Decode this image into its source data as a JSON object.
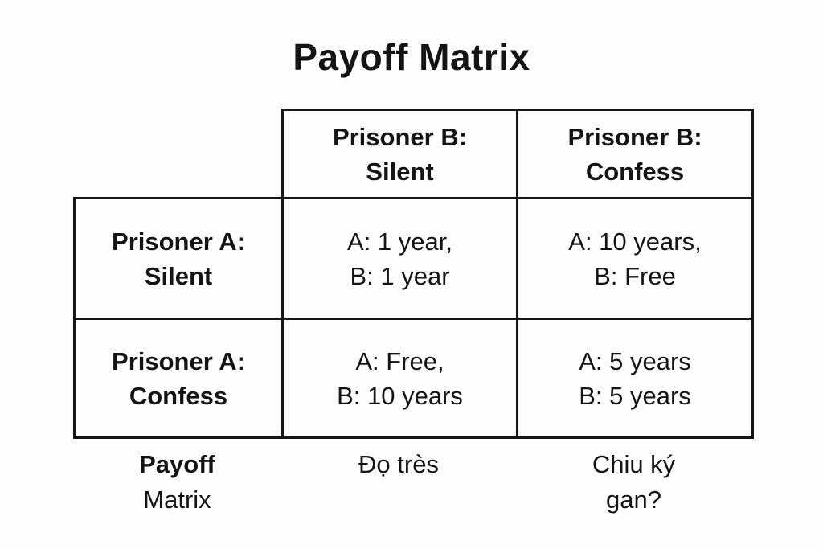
{
  "title": "Payoff Matrix",
  "colors": {
    "background": "#fdfdfd",
    "text": "#141414",
    "border": "#161616"
  },
  "matrix": {
    "col_headers": [
      {
        "line1": "Prisoner B:",
        "line2": "Silent"
      },
      {
        "line1": "Prisoner B:",
        "line2": "Confess"
      }
    ],
    "row_headers": [
      {
        "line1": "Prisoner A:",
        "line2": "Silent"
      },
      {
        "line1": "Prisoner A:",
        "line2": "Confess"
      }
    ],
    "cells": [
      [
        {
          "line1": "A: 1 year,",
          "line2": "B: 1 year"
        },
        {
          "line1": "A: 10 years,",
          "line2": "B: Free"
        }
      ],
      [
        {
          "line1": "A: Free,",
          "line2": "B: 10 years"
        },
        {
          "line1": "A: 5 years",
          "line2": "B: 5 years"
        }
      ]
    ]
  },
  "captions": [
    {
      "line1": "Payoff",
      "line2": "Matrix"
    },
    {
      "line1": "Đọ très",
      "line2": ""
    },
    {
      "line1": "Chiu ký",
      "line2": "gan?"
    }
  ]
}
